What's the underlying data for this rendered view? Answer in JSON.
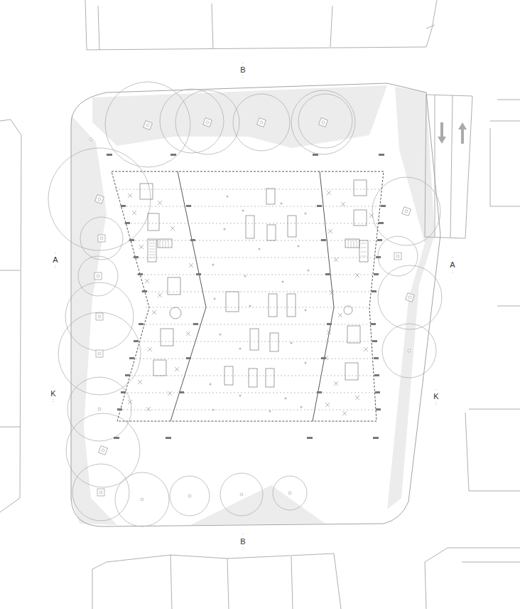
{
  "diagram": {
    "labels": [
      "B",
      "A",
      "A",
      "K",
      "K",
      "B"
    ]
  }
}
